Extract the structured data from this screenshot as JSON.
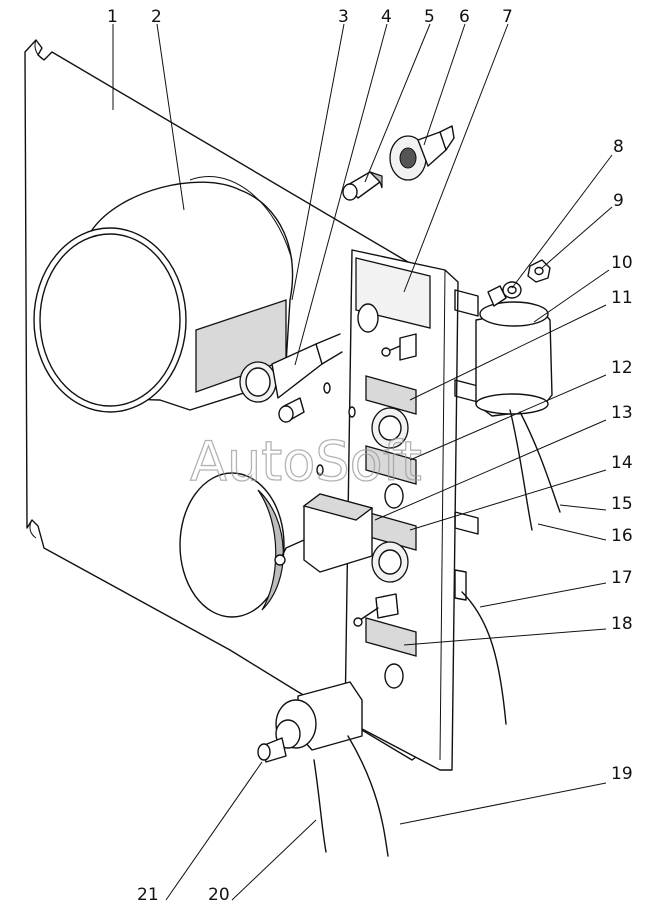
{
  "watermark": "AutoSoft",
  "callouts": [
    "1",
    "2",
    "3",
    "4",
    "5",
    "6",
    "7",
    "8",
    "9",
    "10",
    "11",
    "12",
    "13",
    "14",
    "15",
    "16",
    "17",
    "18",
    "19",
    "20",
    "21"
  ],
  "colors": {
    "line": "#111111",
    "watermark": "#9a9a9a",
    "background": "#ffffff"
  }
}
